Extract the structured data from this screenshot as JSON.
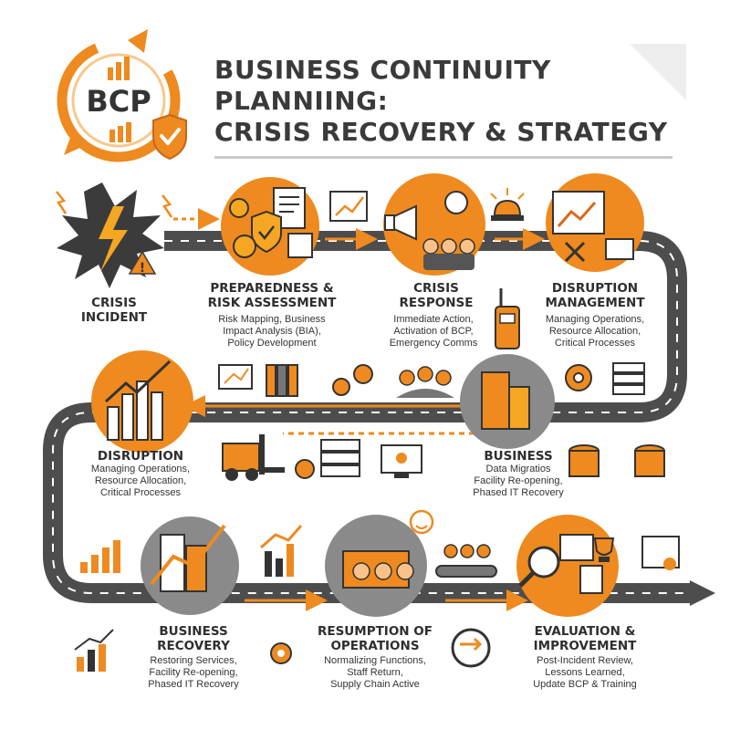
{
  "header": {
    "logo_text": "BCP",
    "title_lines": [
      "BUSINESS CONTINUITY",
      "PLANNIING:",
      "CRISIS RECOVERY & STRATEGY"
    ]
  },
  "colors": {
    "accent": "#ee8a1f",
    "accent_dark": "#d9691a",
    "road": "#4d4d4d",
    "gray": "#8a8a8a",
    "text": "#2e2e2e"
  },
  "stages": [
    {
      "id": "crisis-incident",
      "title": [
        "CRISIS",
        "INCIDENT"
      ],
      "desc": []
    },
    {
      "id": "preparedness",
      "title": [
        "PREPAREDNESS &",
        "RISK ASSESSMENT"
      ],
      "desc": [
        "Risk Mapping, Business",
        "Impact Analysis (BIA),",
        "Policy Development"
      ]
    },
    {
      "id": "crisis-response",
      "title": [
        "CRISIS",
        "RESPONSE"
      ],
      "desc": [
        "Immediate Action,",
        "Activation of BCP,",
        "Emergency Comms"
      ]
    },
    {
      "id": "disruption-management",
      "title": [
        "DISRUPTION",
        "MANAGEMENT"
      ],
      "desc": [
        "Managing Operations,",
        "Resource Allocation,",
        "Critical Processes"
      ]
    },
    {
      "id": "business",
      "title": [
        "BUSINESS"
      ],
      "desc": [
        "Data Migratios",
        "Facility Re-opening,",
        "Phased IT Recovery"
      ]
    },
    {
      "id": "disruption",
      "title": [
        "DISRUPTION"
      ],
      "desc": [
        "Managing Operations,",
        "Resource Allocation,",
        "Critical Processes"
      ]
    },
    {
      "id": "business-recovery",
      "title": [
        "BUSINESS",
        "RECOVERY"
      ],
      "desc": [
        "Restoring Services,",
        "Facility Re-opening,",
        "Phased IT Recovery"
      ]
    },
    {
      "id": "resumption",
      "title": [
        "RESUMPTION OF",
        "OPERATIONS"
      ],
      "desc": [
        "Normalizing Functions,",
        "Staff Return,",
        "Supply Chain Active"
      ]
    },
    {
      "id": "evaluation",
      "title": [
        "EVALUATION &",
        "IMPROVEMENT"
      ],
      "desc": [
        "Post-Incident Review,",
        "Lessons Learned,",
        "Update BCP & Training"
      ]
    }
  ]
}
